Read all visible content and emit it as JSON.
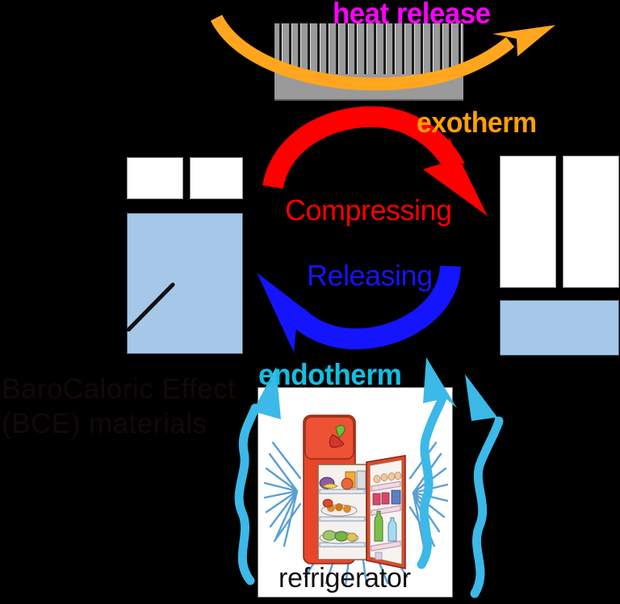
{
  "diagram": {
    "title_hidden_text": "BaroCaloric Effect (BCE) materials",
    "background_color": "#000000"
  },
  "labels": {
    "heat_release": "heat release",
    "exotherm": "exotherm",
    "compressing": "Compressing",
    "releasing": "Releasing",
    "endotherm": "endotherm",
    "bce_materials": "BaroCaloric Effect\n(BCE) materials",
    "bce_materials_line1": "BaroCaloric Effect",
    "bce_materials_line2": "(BCE) materials",
    "refrigerator": "refrigerator"
  },
  "colors": {
    "heat_release": "#FF00FF",
    "exotherm": "#FFA000",
    "compressing": "#FF0000",
    "releasing": "#1414FF",
    "endotherm": "#12BFE3",
    "bce_text": "#120909",
    "orange_arrow": "#FFA61E",
    "red_arrow": "#FF0000",
    "blue_arrow": "#1414FF",
    "cyan_arrow": "#3CB9E8",
    "radiator_gray": "#9A9A9A",
    "material_white": "#FFFFFF",
    "material_blue": "#A5C8E8",
    "fridge_red": "#E8452A"
  },
  "components": {
    "radiator": {
      "name": "condenser-radiator",
      "fin_count": 20
    },
    "bce_expanded": {
      "name": "bce-material-expanded",
      "white_blocks": 2,
      "blue_blocks": 1,
      "has_crack_line": true
    },
    "bce_compressed": {
      "name": "bce-material-compressed",
      "white_blocks": 2,
      "blue_blocks": 1,
      "has_crack_line": false
    },
    "fridge": {
      "name": "refrigerator-illustration",
      "caption": "refrigerator"
    }
  },
  "arrows": {
    "heat_release_arrow": {
      "direction": "right",
      "color": "#FFA61E"
    },
    "compressing_arrow": {
      "direction": "clockwise-right",
      "color": "#FF0000"
    },
    "releasing_arrow": {
      "direction": "counterclockwise-left",
      "color": "#1414FF"
    },
    "endotherm_arrows": {
      "count": 3,
      "direction": "up",
      "color": "#3CB9E8"
    }
  }
}
